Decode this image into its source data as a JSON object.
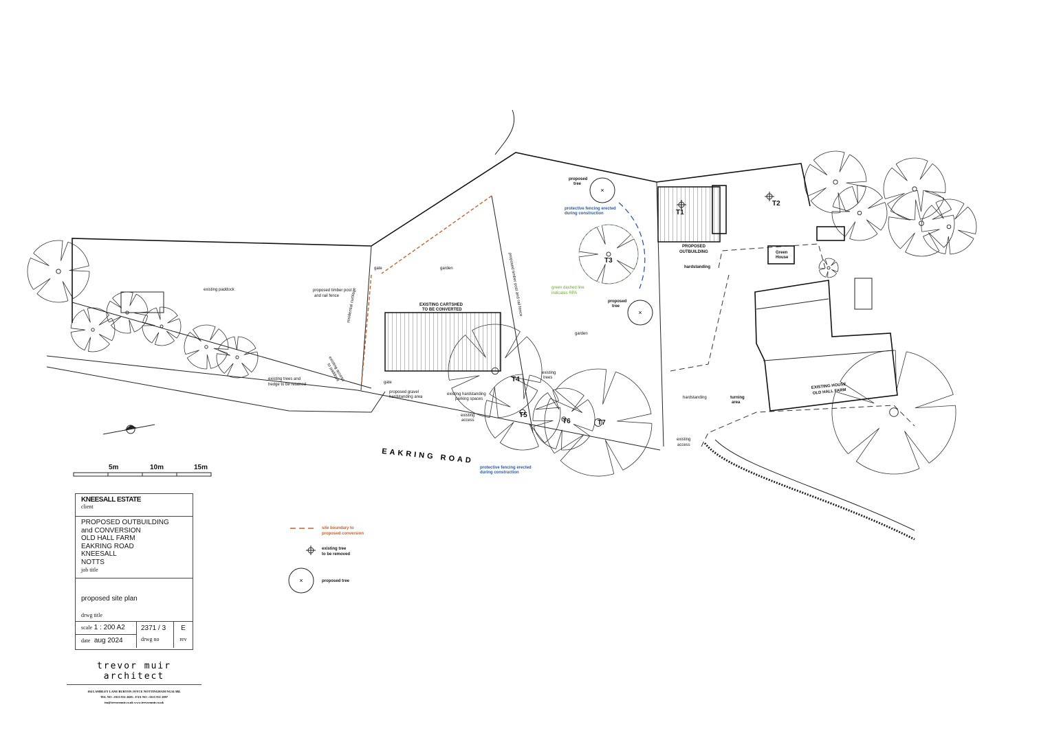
{
  "colors": {
    "boundary": "#c0622a",
    "fencing": "#2a5aa0",
    "rpa": "#6aa830",
    "line": "#222222"
  },
  "road_name": "EAKRING ROAD",
  "scale_bar": {
    "labels": [
      "5m",
      "10m",
      "15m"
    ]
  },
  "labels": {
    "existing_paddock": "existing paddock",
    "timber_fence_1": "proposed timber post",
    "timber_fence_2": "and rail fence",
    "residential_curtilage": "residential curtilage",
    "existing_access_paddock_1": "existing access",
    "existing_access_paddock_2": "to paddock",
    "gate_top": "gate",
    "gate_bottom": "gate",
    "garden_1": "garden",
    "garden_2": "garden",
    "cartshed_1": "EXISTING CARTSHED",
    "cartshed_2": "TO BE CONVERTED",
    "trees_retained_1": "existing trees and",
    "trees_retained_2": "hedge to be retained",
    "gravel_1": "proposed gravel",
    "gravel_2": "hardstanding area",
    "parking_1": "existing hardstanding",
    "parking_2": "parking spaces",
    "existing_access_1_a": "existing",
    "existing_access_1_b": "access",
    "existing_trees_a": "existing",
    "existing_trees_b": "trees",
    "timber_fence_vertical": "proposed timber post and rail fence",
    "proposed_tree_1_a": "proposed",
    "proposed_tree_1_b": "tree",
    "proposed_tree_2_a": "proposed",
    "proposed_tree_2_b": "tree",
    "fencing_1_a": "protective fencing erected",
    "fencing_1_b": "during construction",
    "fencing_2_a": "protective fencing erected",
    "fencing_2_b": "during construction",
    "rpa_a": "green dashed line",
    "rpa_b": "indicates RPA",
    "outbuilding_1": "PROPOSED",
    "outbuilding_2": "OUTBUILDING",
    "hardstanding_1": "hardstanding",
    "hardstanding_2": "hardstanding",
    "green_house_1": "Green",
    "green_house_2": "House",
    "turning_1": "turning",
    "turning_2": "area",
    "house_1": "EXISTING HOUSE",
    "house_2": "OLD HALL FARM",
    "existing_access_2_a": "existing",
    "existing_access_2_b": "access"
  },
  "tree_tags": [
    "T1",
    "T2",
    "T3",
    "T4",
    "T5",
    "T6",
    "T7"
  ],
  "legend": [
    {
      "symbol": "dashed-line",
      "text_1": "site boundary to",
      "text_2": "proposed conversion"
    },
    {
      "symbol": "crosshair",
      "text_1": "existing tree",
      "text_2": "to be removed"
    },
    {
      "symbol": "circle-x",
      "text_1": "proposed tree",
      "text_2": ""
    }
  ],
  "title_block": {
    "client": "KNEESALL ESTATE",
    "client_label": "client",
    "job_lines": [
      "PROPOSED OUTBUILDING",
      "and CONVERSION",
      "OLD HALL FARM",
      "EAKRING ROAD",
      "KNEESALL",
      "NOTTS"
    ],
    "job_label": "job title",
    "drawing_title": "proposed site plan",
    "drawing_label": "drwg title",
    "scale_label": "scale",
    "scale": "1 : 200 A2",
    "date_label": "date",
    "date": "aug 2024",
    "drawing_no": "2371 / 3",
    "drawing_no_label": "drwg no",
    "rev": "E",
    "rev_label": "rev"
  },
  "firm": {
    "name": "trevor muir architect",
    "address": "104 LAMBLEY LANE  BURTON JOYCE  NOTTINGHAM  NG14 5BL",
    "phone": "TEL NO : 0115 931 2605 : FAX NO : 0115 931 2097",
    "web": "tm@trevormuir.co.uk   www.trevormuir.co.uk"
  }
}
